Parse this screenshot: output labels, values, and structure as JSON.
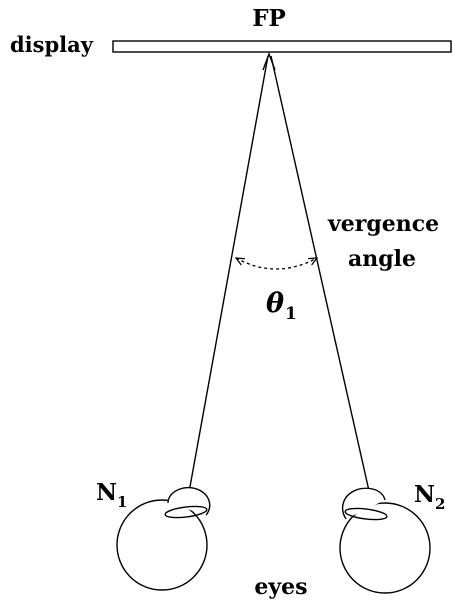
{
  "labels": {
    "display": "display",
    "fixation_point": "FP",
    "vergence_line1": "vergence",
    "vergence_line2": "angle",
    "theta": "θ",
    "theta_subscript": "1",
    "eye_left_letter": "N",
    "eye_left_subscript": "1",
    "eye_right_letter": "N",
    "eye_right_subscript": "2",
    "eyes": "eyes"
  },
  "colors": {
    "stroke": "#000000",
    "background": "#ffffff"
  }
}
